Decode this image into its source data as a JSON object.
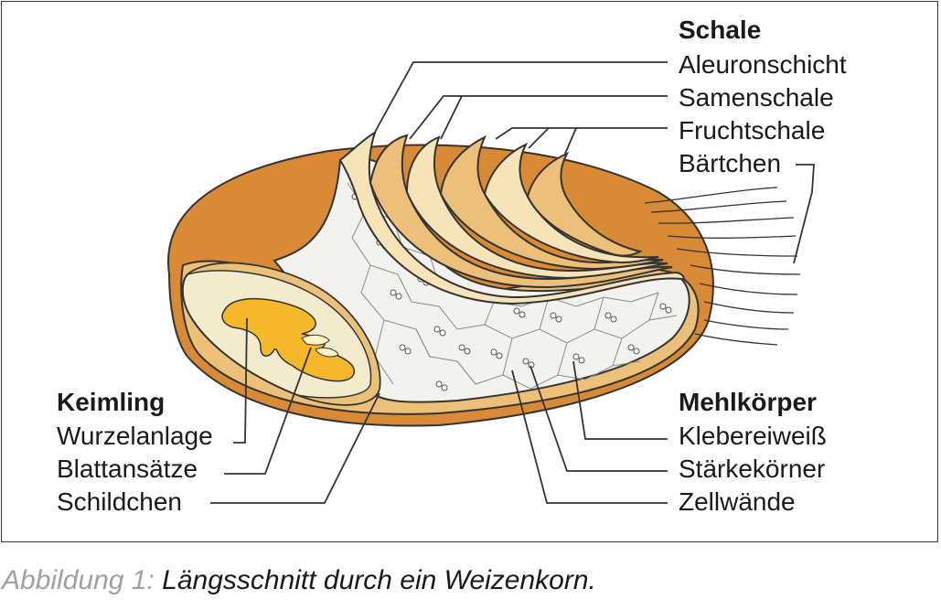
{
  "labels": {
    "schale": "Schale",
    "aleuronschicht": "Aleuronschicht",
    "samenschale": "Samenschale",
    "fruchtschale": "Fruchtschale",
    "baertchen": "Bärtchen",
    "keimling": "Keimling",
    "wurzelanlage": "Wurzelanlage",
    "blattansaetze": "Blattansätze",
    "schildchen": "Schildchen",
    "mehlkoerper": "Mehlkörper",
    "klebereiweiss": "Klebereiweiß",
    "staerkekoerner": "Stärkekörner",
    "zellwaende": "Zellwände"
  },
  "caption": {
    "number": "Abbildung 1:",
    "text": "Längsschnitt durch ein Weizenkorn."
  },
  "colors": {
    "outer_shell": "#d98a35",
    "shell_light": "#edc07a",
    "layer_pale": "#f6e4b8",
    "germ_body": "#f4ebcd",
    "germ_yellow": "#f5b82a",
    "endosperm": "#f3f2ec",
    "line": "#333333"
  }
}
